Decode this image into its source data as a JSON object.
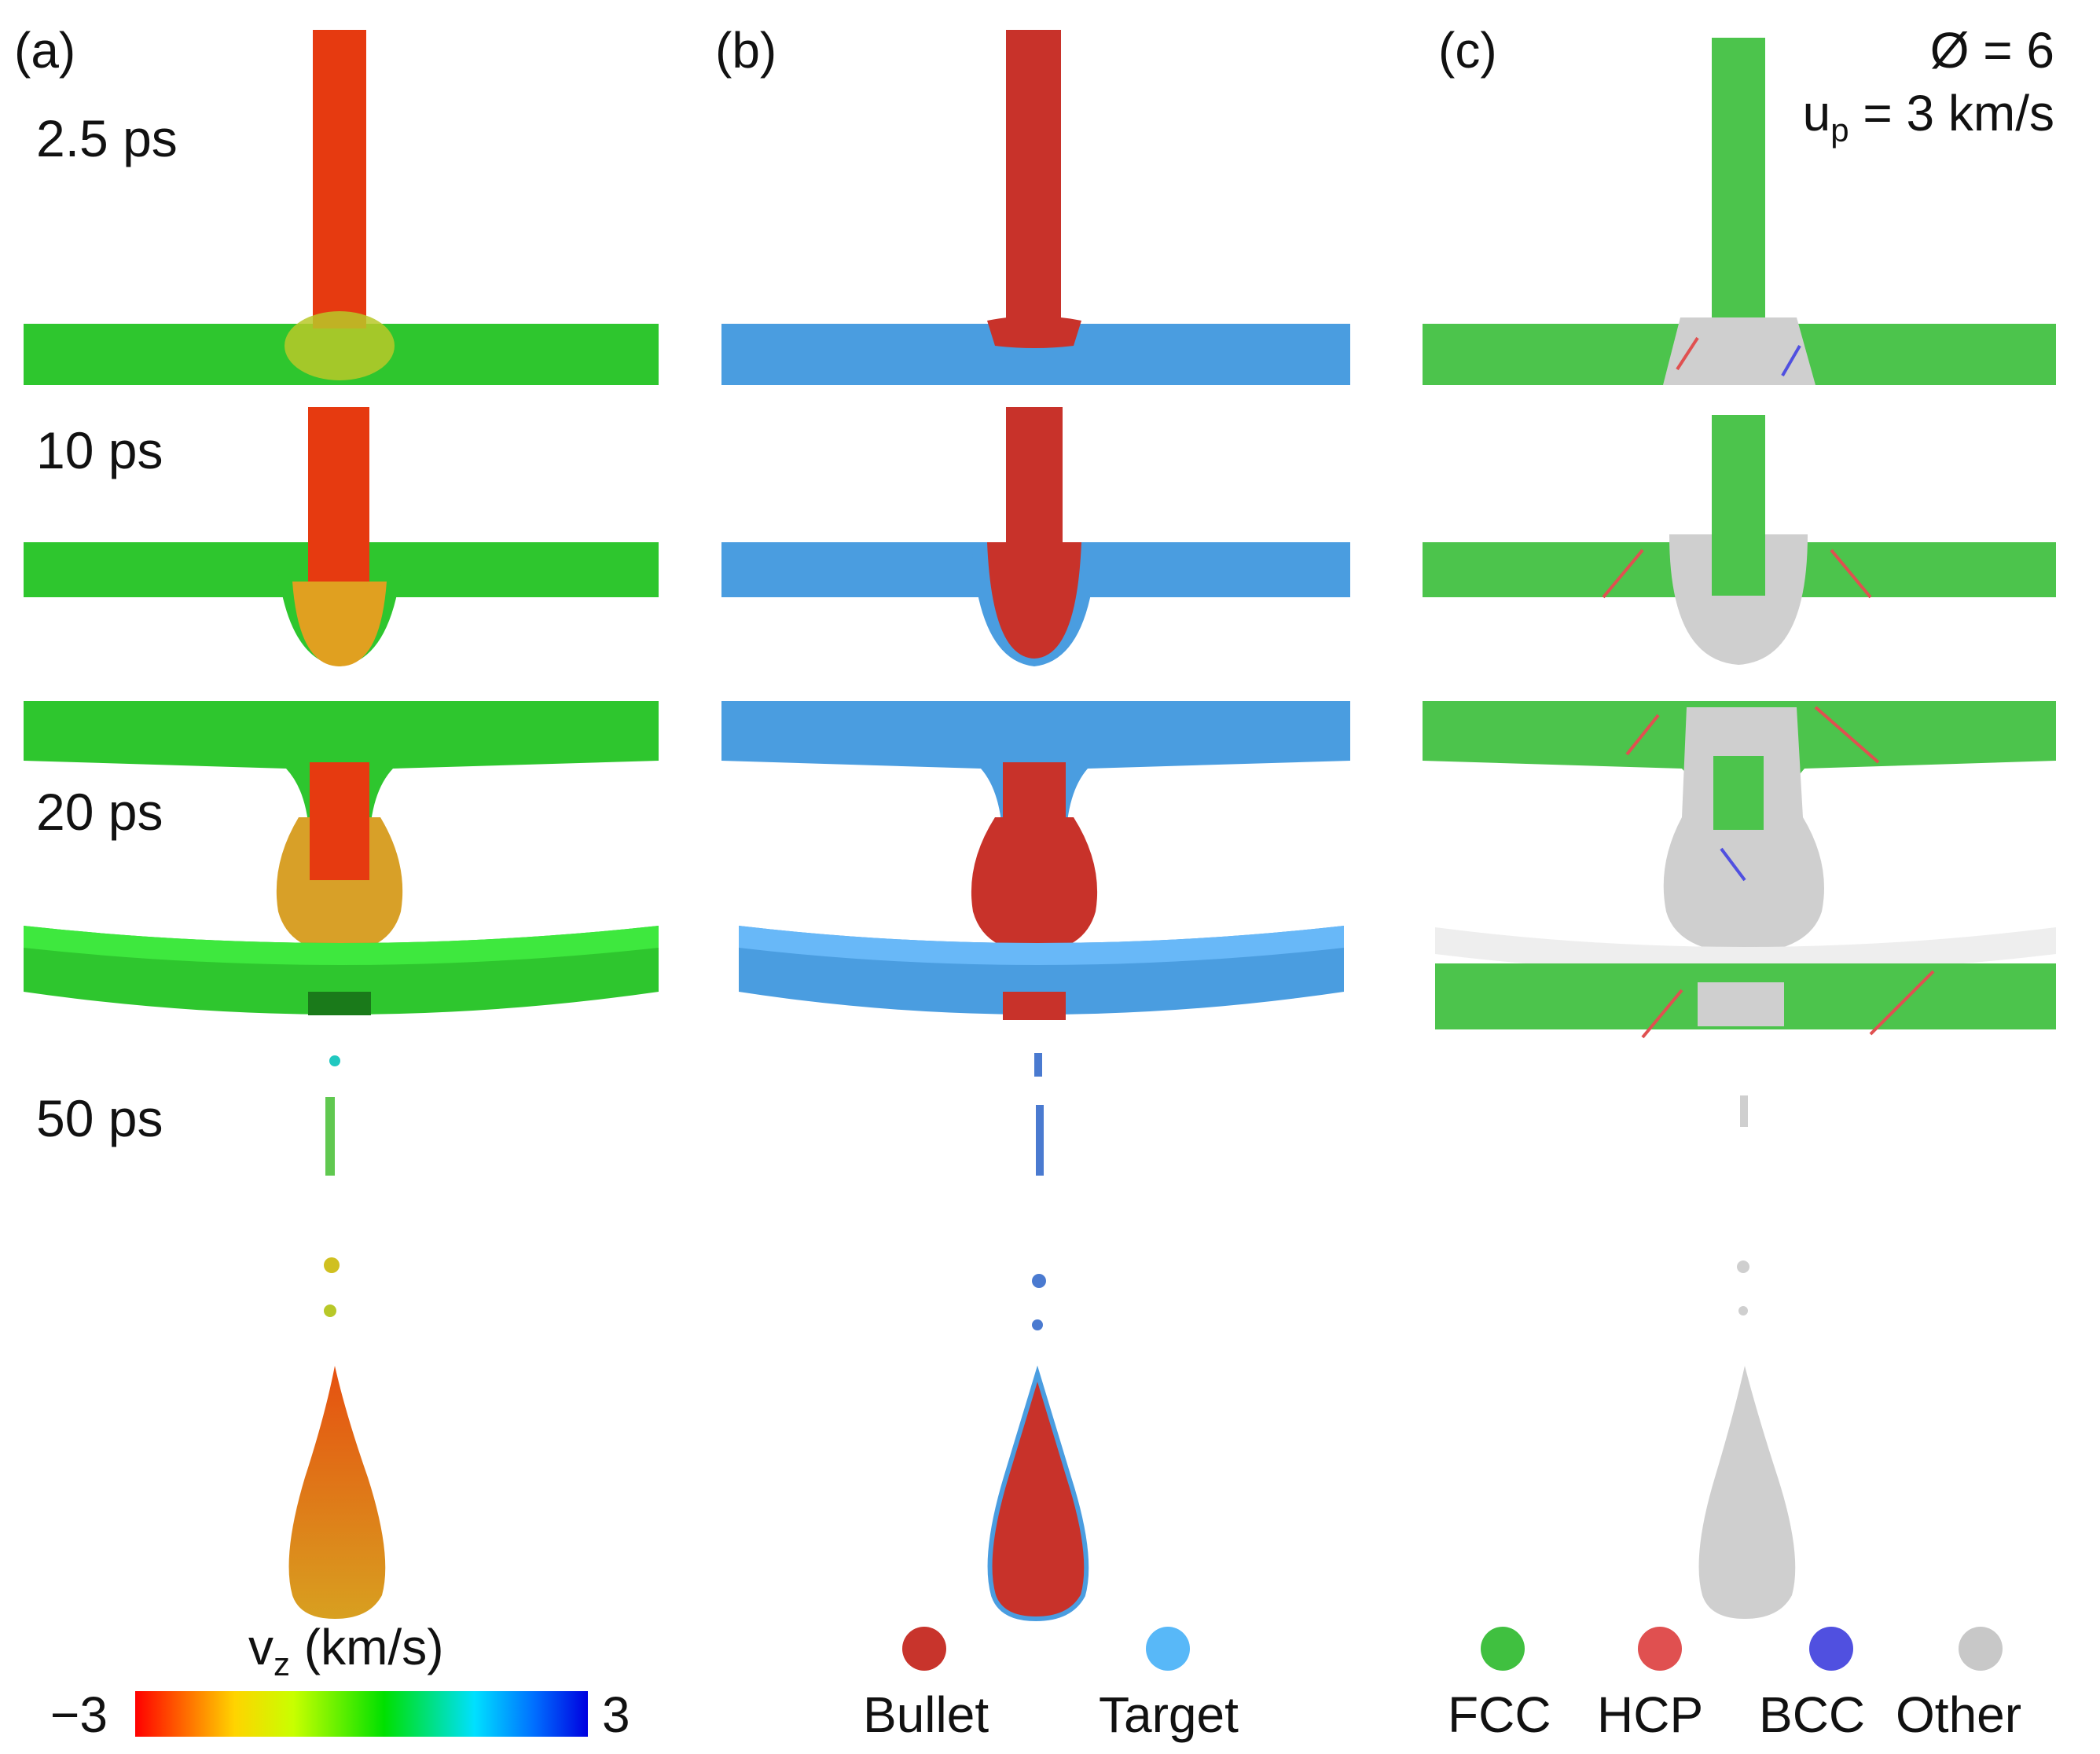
{
  "panels": [
    {
      "label": "(a)"
    },
    {
      "label": "(b)"
    },
    {
      "label": "(c)"
    }
  ],
  "times": [
    "2.5 ps",
    "10 ps",
    "20 ps",
    "50 ps"
  ],
  "params": {
    "phi": "Ø = 6",
    "velocity_base": "u",
    "velocity_sub": "p",
    "velocity_rest": " = 3 km/s"
  },
  "colorbar": {
    "title_base": "v",
    "title_sub": "z",
    "title_rest": " (km/s)",
    "min_label": "−3",
    "max_label": "3"
  },
  "legend_b": [
    {
      "label": "Bullet",
      "color": "#c8342c"
    },
    {
      "label": "Target",
      "color": "#58b8f8"
    }
  ],
  "legend_c": [
    {
      "label": "FCC",
      "color": "#40c040"
    },
    {
      "label": "HCP",
      "color": "#e05050"
    },
    {
      "label": "BCC",
      "color": "#5050e0"
    },
    {
      "label": "Other",
      "color": "#c8c8c8"
    }
  ],
  "colors": {
    "a_plate": "#2ec62e",
    "a_bullet": "#e63a10",
    "a_bullet_mix": "#e0a020",
    "b_plate": "#4a9de0",
    "b_bullet": "#c8322a",
    "c_plate": "#4cc44c",
    "c_other": "#cfcfcf",
    "c_hcp": "#e05050",
    "c_bcc": "#5050e0"
  }
}
